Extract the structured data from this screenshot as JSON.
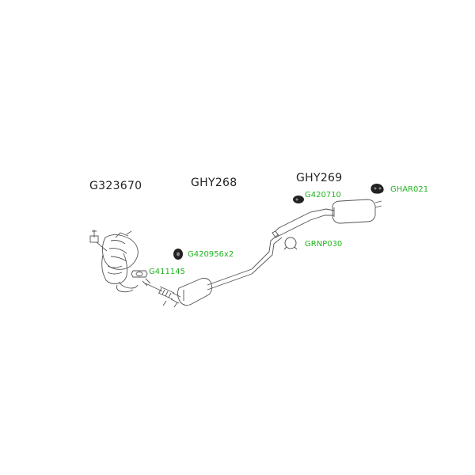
{
  "diagram": {
    "main_labels": {
      "manifold": "G323670",
      "front_pipe": "GHY268",
      "rear_pipe": "GHY269"
    },
    "part_labels": {
      "hanger_front": "G420956x2",
      "gasket": "G411145",
      "hanger_mid": "G420710",
      "clamp": "GRNP030",
      "hanger_rear": "GHAR021"
    },
    "colors": {
      "part_label": "#22b422",
      "outline": "#555555",
      "rubber": "#222222"
    }
  }
}
